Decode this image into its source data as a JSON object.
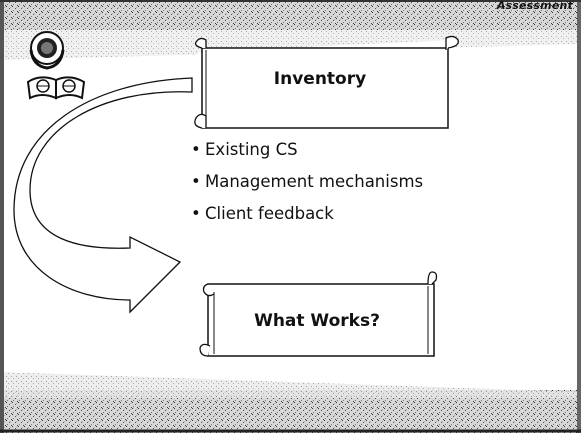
{
  "header": {
    "section_label": "Assessment"
  },
  "top_scroll": {
    "title": "Inventory"
  },
  "bullets": [
    {
      "text": "Existing CS"
    },
    {
      "text": "Management mechanisms"
    },
    {
      "text": "Client feedback"
    }
  ],
  "bottom_scroll": {
    "title": "What Works?"
  },
  "icons": [
    "un-emblem-icon",
    "open-book-globe-icon",
    "curved-arrow-icon"
  ]
}
